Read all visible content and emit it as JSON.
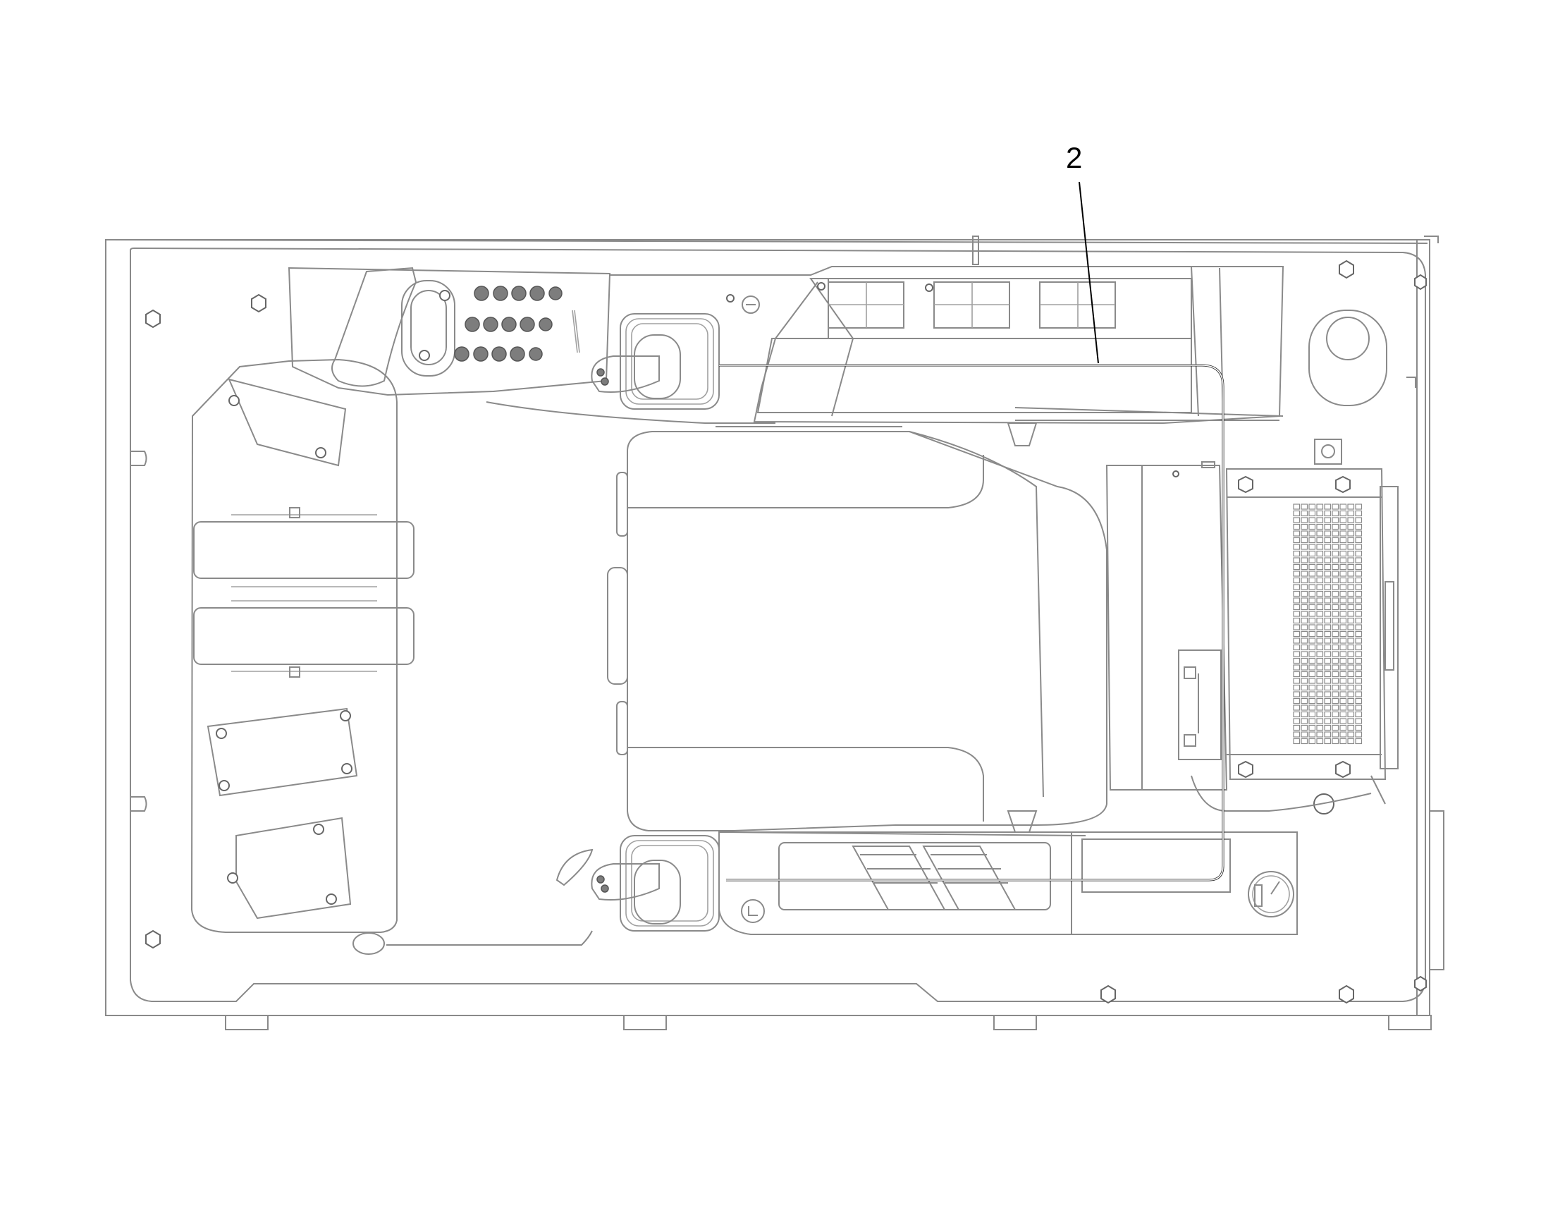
{
  "diagram": {
    "callouts": [
      {
        "label": "2",
        "target": "cable-harness"
      }
    ],
    "colors": {
      "outline": "#8a8a8a",
      "harness": "#222222",
      "knob": "#7d7d7d",
      "background": "#ffffff"
    },
    "icons": [
      "joystick-left",
      "joystick-right",
      "operator-seat",
      "pressure-gauge",
      "radiator-grille",
      "control-panel-knobs"
    ]
  }
}
